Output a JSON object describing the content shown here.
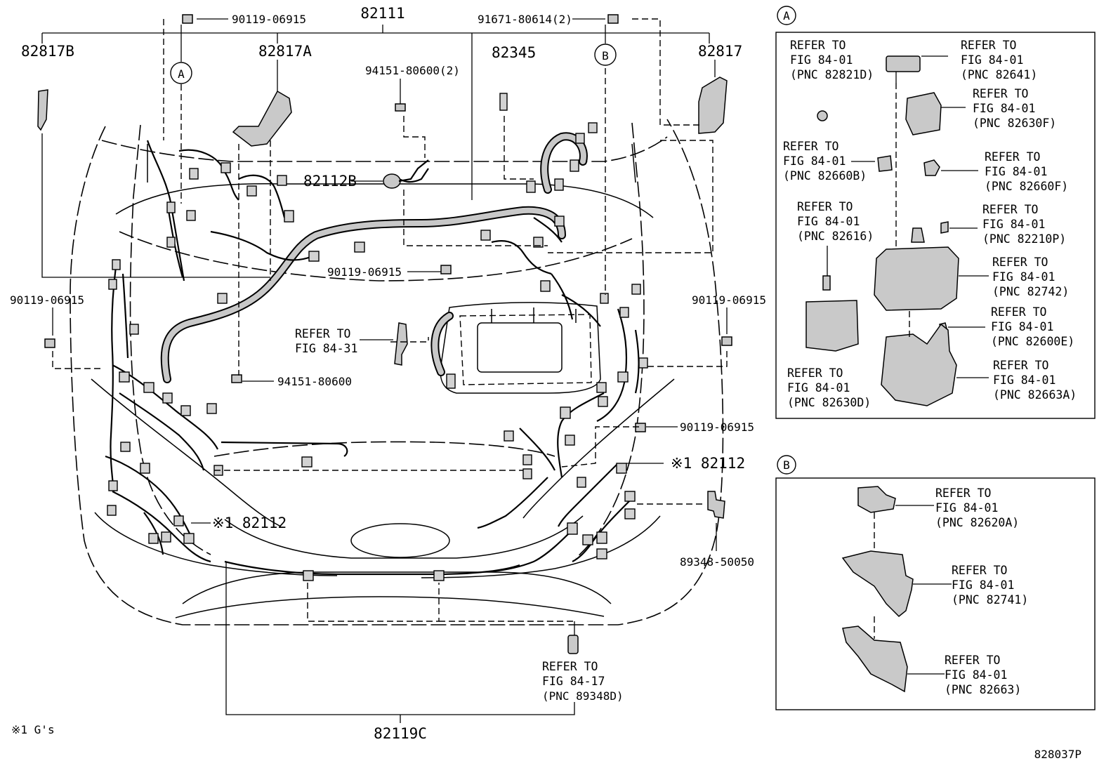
{
  "diagram_id": "828037P",
  "footnote": "※1 G's",
  "callouts": {
    "p_82111": "82111",
    "p_82817B": "82817B",
    "p_82817A": "82817A",
    "p_82817": "82817",
    "p_82345": "82345",
    "p_82112B": "82112B",
    "p_82112_left": "※1 82112",
    "p_82112_right": "※1 82112",
    "p_82119C": "82119C",
    "b_90119_top": "90119-06915",
    "b_91671_top": "91671-80614(2)",
    "b_94151_top": "94151-80600(2)",
    "b_90119_center": "90119-06915",
    "b_90119_left": "90119-06915",
    "b_90119_right": "90119-06915",
    "b_94151_mid": "94151-80600",
    "b_90119_mid_right": "90119-06915",
    "p_89348": "89348-50050",
    "circle_a_main": "A",
    "circle_b_main": "B"
  },
  "refs": {
    "fig_84_31": {
      "l1": "REFER TO",
      "l2": "FIG 84-31"
    },
    "fig_84_17": {
      "l1": "REFER TO",
      "l2": "FIG 84-17",
      "l3": "(PNC 89348D)"
    }
  },
  "panel_a": {
    "label": "A",
    "items": [
      {
        "l1": "REFER TO",
        "l2": "FIG 84-01",
        "l3": "(PNC 82821D)"
      },
      {
        "l1": "REFER TO",
        "l2": "FIG 84-01",
        "l3": "(PNC 82641)"
      },
      {
        "l1": "REFER TO",
        "l2": "FIG 84-01",
        "l3": "(PNC 82630F)"
      },
      {
        "l1": "REFER TO",
        "l2": "FIG 84-01",
        "l3": "(PNC 82660B)"
      },
      {
        "l1": "REFER TO",
        "l2": "FIG 84-01",
        "l3": "(PNC 82660F)"
      },
      {
        "l1": "REFER TO",
        "l2": "FIG 84-01",
        "l3": "(PNC 82616)"
      },
      {
        "l1": "REFER TO",
        "l2": "FIG 84-01",
        "l3": "(PNC 82210P)"
      },
      {
        "l1": "REFER TO",
        "l2": "FIG 84-01",
        "l3": "(PNC 82742)"
      },
      {
        "l1": "REFER TO",
        "l2": "FIG 84-01",
        "l3": "(PNC 82600E)"
      },
      {
        "l1": "REFER TO",
        "l2": "FIG 84-01",
        "l3": "(PNC 82630D)"
      },
      {
        "l1": "REFER TO",
        "l2": "FIG 84-01",
        "l3": "(PNC 82663A)"
      }
    ]
  },
  "panel_b": {
    "label": "B",
    "items": [
      {
        "l1": "REFER TO",
        "l2": "FIG 84-01",
        "l3": "(PNC 82620A)"
      },
      {
        "l1": "REFER TO",
        "l2": "FIG 84-01",
        "l3": "(PNC 82741)"
      },
      {
        "l1": "REFER TO",
        "l2": "FIG 84-01",
        "l3": "(PNC 82663)"
      }
    ]
  }
}
